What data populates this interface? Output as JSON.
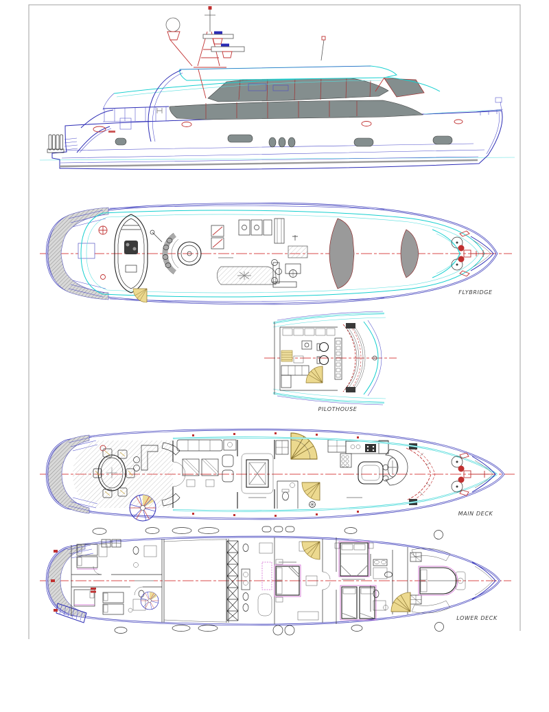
{
  "drawing": {
    "labels": {
      "flybridge": "FLYBRIDGE",
      "pilothouse": "PILOTHOUSE",
      "main_deck": "MAIN DECK",
      "lower_deck": "LOWER DECK"
    },
    "colors": {
      "hull_outline_blue": "#2a2ab4",
      "superstructure_cyan": "#14cfcf",
      "detail_red": "#c03030",
      "centerline_red": "#d84848",
      "window_gray": "#848e8e",
      "sunpad_gray": "#9a9a9a",
      "stair_yellow": "#ecd98f",
      "furniture_magenta": "#cf5fcf",
      "label_text": "#3a3a3a",
      "sheet_frame": "#a0a0a0"
    }
  }
}
